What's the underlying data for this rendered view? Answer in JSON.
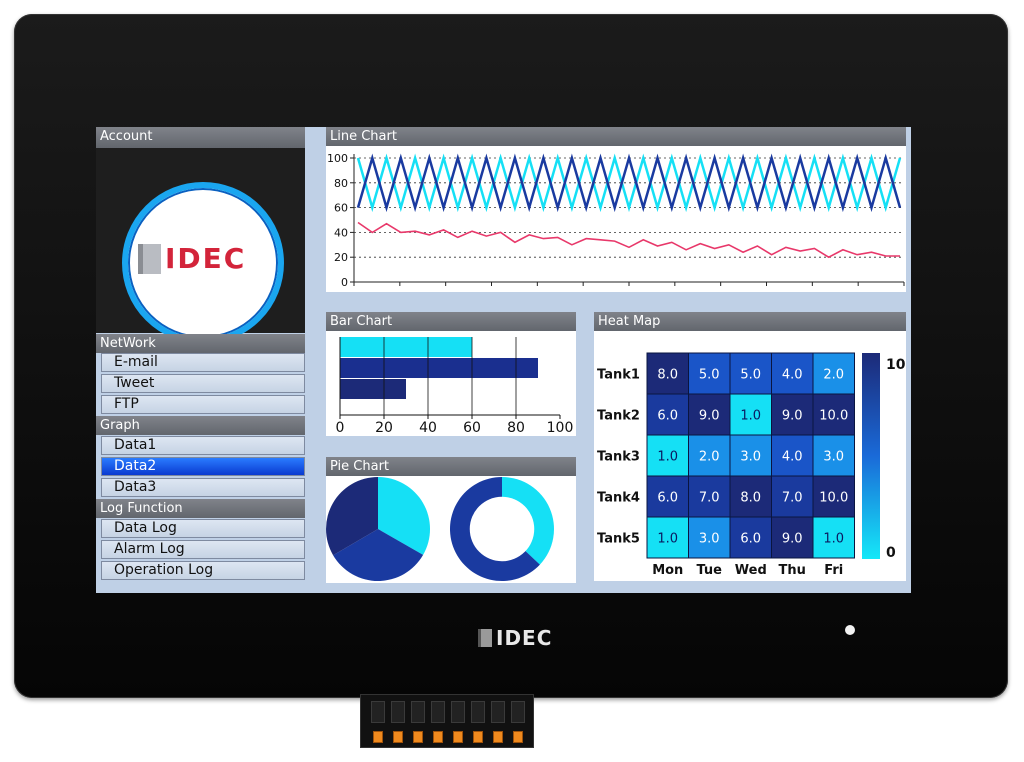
{
  "device": {
    "brand": "IDEC"
  },
  "sidebar": {
    "account_header": "Account",
    "logo_text": "IDEC",
    "network_header": "NetWork",
    "network_items": [
      "E-mail",
      "Tweet",
      "FTP"
    ],
    "graph_header": "Graph",
    "graph_items": [
      "Data1",
      "Data2",
      "Data3"
    ],
    "graph_selected": "Data2",
    "log_header": "Log Function",
    "log_items": [
      "Data Log",
      "Alarm Log",
      "Operation Log"
    ]
  },
  "line_chart_panel": {
    "title": "Line Chart"
  },
  "bar_chart_panel": {
    "title": "Bar Chart"
  },
  "pie_chart_panel": {
    "title": "Pie Chart"
  },
  "heat_map_panel": {
    "title": "Heat Map"
  },
  "colors": {
    "screen_bg": "#bfd0e6",
    "header": "#6b6f76",
    "selected": "#1a5cf0",
    "dark_blue": "#1a2f8f",
    "navy": "#1c2a78",
    "cyan": "#15e0f5",
    "line_red": "#e8386a",
    "line_dark": "#1a3aa0"
  },
  "chart_data": [
    {
      "type": "line",
      "title": "Line Chart",
      "ylim": [
        0,
        100
      ],
      "yticks": [
        0,
        20,
        40,
        60,
        80,
        100
      ],
      "grid": "dotted horizontal",
      "series": [
        {
          "color": "#15e0f5",
          "values": [
            100,
            60,
            100,
            60,
            100,
            60,
            100,
            60,
            100,
            60,
            100,
            60,
            100,
            60,
            100,
            60,
            100,
            60,
            100,
            60,
            100,
            60,
            100,
            60,
            100,
            60,
            100,
            60,
            100,
            60,
            100,
            60,
            100,
            60,
            100,
            60,
            100,
            60,
            100
          ]
        },
        {
          "color": "#1a3aa0",
          "values": [
            60,
            100,
            60,
            100,
            60,
            100,
            60,
            100,
            60,
            100,
            60,
            100,
            60,
            100,
            60,
            100,
            60,
            100,
            60,
            100,
            60,
            100,
            60,
            100,
            60,
            100,
            60,
            100,
            60,
            100,
            60,
            100,
            60,
            100,
            60,
            100,
            60,
            100,
            60
          ]
        },
        {
          "color": "#e8386a",
          "values": [
            48,
            40,
            47,
            40,
            41,
            38,
            42,
            36,
            41,
            37,
            40,
            32,
            38,
            35,
            36,
            30,
            35,
            34,
            33,
            28,
            34,
            29,
            32,
            26,
            31,
            27,
            30,
            24,
            29,
            22,
            28,
            25,
            27,
            20,
            26,
            22,
            24,
            21,
            21
          ]
        }
      ]
    },
    {
      "type": "bar",
      "title": "Bar Chart",
      "orientation": "horizontal",
      "xlim": [
        0,
        100
      ],
      "xticks": [
        0,
        20,
        40,
        60,
        80,
        100
      ],
      "values": [
        60,
        90,
        30
      ],
      "bar_colors": [
        "#15e0f5",
        "#1a2f8f",
        "#1c2a78"
      ]
    },
    {
      "type": "pie",
      "title": "Pie Chart",
      "pies": [
        {
          "kind": "pie",
          "slices": [
            {
              "value": 33.3,
              "color": "#15e0f5"
            },
            {
              "value": 33.3,
              "color": "#1a3aa0"
            },
            {
              "value": 33.4,
              "color": "#1c2a78"
            }
          ]
        },
        {
          "kind": "donut",
          "slices": [
            {
              "value": 37,
              "color": "#15e0f5"
            },
            {
              "value": 63,
              "color": "#1a3aa0"
            }
          ]
        }
      ]
    },
    {
      "type": "heatmap",
      "title": "Heat Map",
      "rows": [
        "Tank1",
        "Tank2",
        "Tank3",
        "Tank4",
        "Tank5"
      ],
      "columns": [
        "Mon",
        "Tue",
        "Wed",
        "Thu",
        "Fri"
      ],
      "values": [
        [
          "8.0",
          "5.0",
          "5.0",
          "4.0",
          "2.0"
        ],
        [
          "6.0",
          "9.0",
          "1.0",
          "9.0",
          "10.0"
        ],
        [
          "1.0",
          "2.0",
          "3.0",
          "4.0",
          "3.0"
        ],
        [
          "6.0",
          "7.0",
          "8.0",
          "7.0",
          "10.0"
        ],
        [
          "1.0",
          "3.0",
          "6.0",
          "9.0",
          "1.0"
        ]
      ],
      "colorbar_range": [
        "0",
        "10"
      ]
    }
  ]
}
